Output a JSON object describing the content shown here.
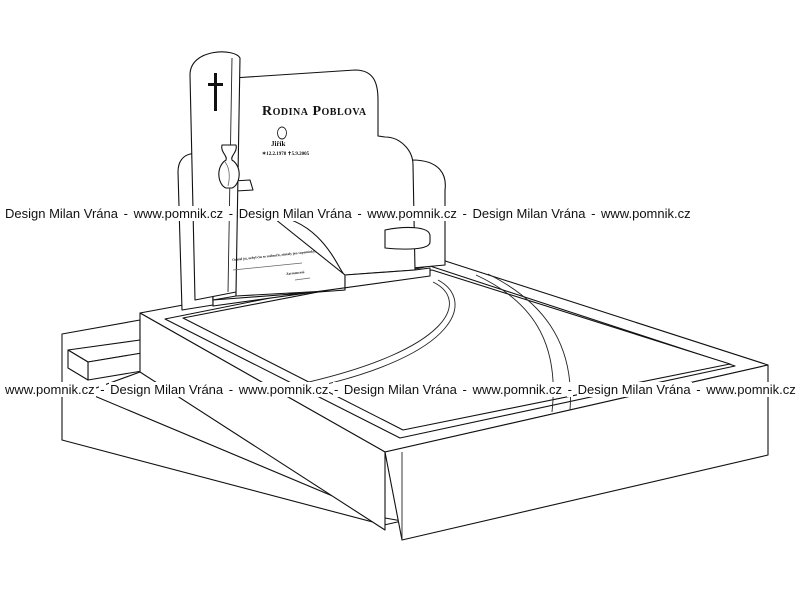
{
  "inscription": {
    "family_name": "Rodina Poblova",
    "person_name": "Jiřík",
    "dates": "✶12.2.1978  ✝5.9.2005",
    "epitaph_line1": "Odešel jsi, nebyl čas se rozloučit, zůstaly jen vzpomínky.",
    "epitaph_line2": "Zarmoucení"
  },
  "watermark": {
    "row1": [
      "Design Milan Vrána",
      "-",
      "www.pomnik.cz",
      "-",
      "Design Milan Vrána",
      "-",
      "www.pomnik.cz",
      "-",
      "Design Milan Vrána",
      "-",
      "www.pomnik.cz"
    ],
    "row2": [
      "www.pomnik.cz",
      "-",
      "Design Milan Vrána",
      "-",
      "www.pomnik.cz",
      "-",
      "Design Milan Vrána",
      "-",
      "www.pomnik.cz",
      "-",
      "Design Milan Vrána",
      "-",
      "www.pomnik.cz"
    ]
  },
  "icons": {
    "cross": "cross-icon",
    "vase": "vase-icon",
    "photo": "photo-oval-icon"
  }
}
